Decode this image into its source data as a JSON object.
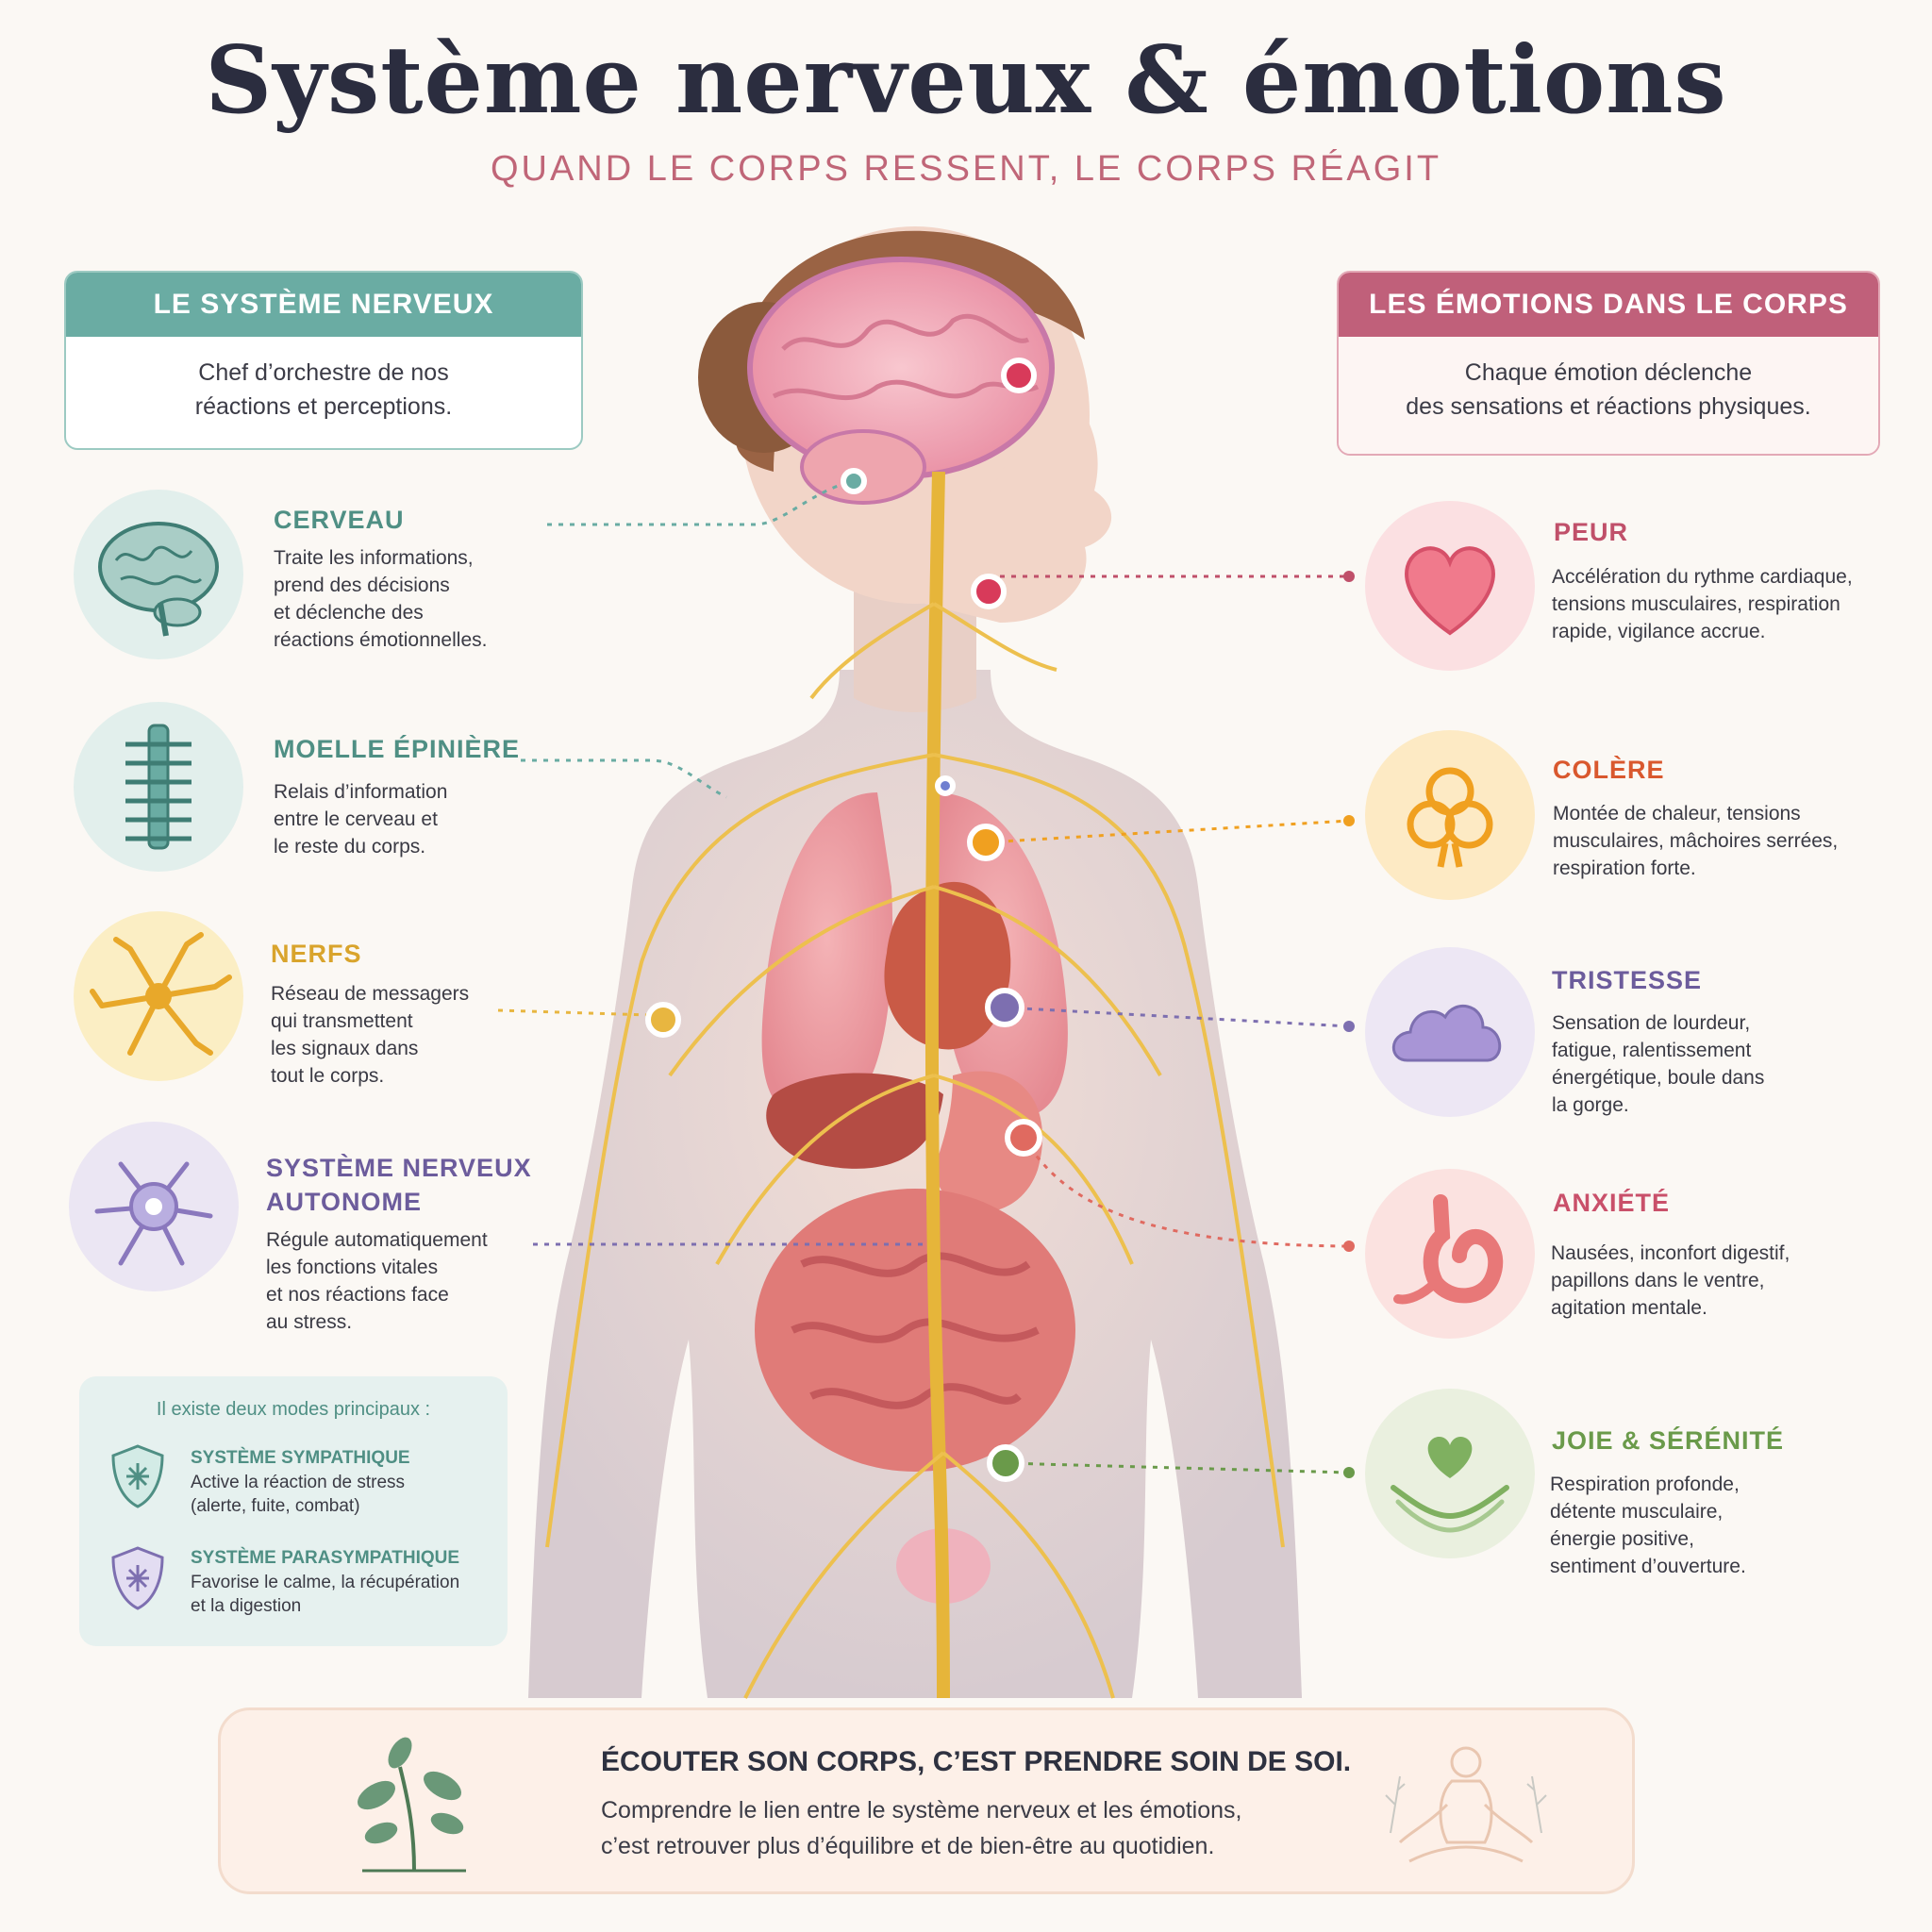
{
  "header": {
    "title": "Système nerveux & émotions",
    "subtitle": "QUAND LE CORPS RESSENT, LE CORPS RÉAGIT"
  },
  "left_panel": {
    "title": "LE SYSTÈME NERVEUX",
    "text_line1": "Chef d’orchestre de nos",
    "text_line2": "réactions et perceptions."
  },
  "right_panel": {
    "title": "LES ÉMOTIONS DANS LE CORPS",
    "text_line1": "Chaque émotion déclenche",
    "text_line2": "des sensations et réactions physiques."
  },
  "nervous_items": [
    {
      "title": "CERVEAU",
      "lines": [
        "Traite les informations,",
        "prend des décisions",
        "et déclenche des",
        "réactions émotionnelles."
      ],
      "icon": "brain-icon"
    },
    {
      "title": "MOELLE ÉPINIÈRE",
      "lines": [
        "Relais d’information",
        "entre le cerveau et",
        "le reste du corps."
      ],
      "icon": "spine-icon"
    },
    {
      "title": "NERFS",
      "lines": [
        "Réseau de messagers",
        "qui transmettent",
        "les signaux dans",
        "tout le corps."
      ],
      "icon": "nerve-cell-icon"
    },
    {
      "title_line1": "SYSTÈME NERVEUX",
      "title_line2": "AUTONOME",
      "lines": [
        "Régule automatiquement",
        "les fonctions vitales",
        "et nos réactions face",
        "au stress."
      ],
      "icon": "neuron-icon"
    }
  ],
  "modes": {
    "intro": "Il existe deux modes principaux :",
    "sympathetic": {
      "title": "SYSTÈME SYMPATHIQUE",
      "line1": "Active la réaction de stress",
      "line2": "(alerte, fuite, combat)"
    },
    "parasympathetic": {
      "title": "SYSTÈME PARASYMPATHIQUE",
      "line1": "Favorise le calme, la récupération",
      "line2": "et la digestion"
    }
  },
  "emotions": [
    {
      "title": "PEUR",
      "lines": [
        "Accélération du rythme cardiaque,",
        "tensions musculaires, respiration",
        "rapide, vigilance accrue."
      ],
      "icon": "heart-icon",
      "color": "#c0506a"
    },
    {
      "title": "COLÈRE",
      "lines": [
        "Montée de chaleur, tensions",
        "musculaires, mâchoires serrées,",
        "respiration forte."
      ],
      "icon": "knot-icon",
      "color": "#d9582e"
    },
    {
      "title": "TRISTESSE",
      "lines": [
        "Sensation de lourdeur,",
        "fatigue, ralentissement",
        "énergétique, boule dans",
        "la gorge."
      ],
      "icon": "cloud-icon",
      "color": "#6c5c9c"
    },
    {
      "title": "ANXIÉTÉ",
      "lines": [
        "Nausées, inconfort digestif,",
        "papillons dans le ventre,",
        "agitation mentale."
      ],
      "icon": "stomach-icon",
      "color": "#c9506a"
    },
    {
      "title": "JOIE & SÉRÉNITÉ",
      "lines": [
        "Respiration profonde,",
        "détente musculaire,",
        "énergie positive,",
        "sentiment d’ouverture."
      ],
      "icon": "hands-heart-icon",
      "color": "#6a9a4a"
    }
  ],
  "footer": {
    "title": "ÉCOUTER SON CORPS, C’EST PRENDRE SOIN DE SOI.",
    "line1": "Comprendre le lien entre le système nerveux et les émotions,",
    "line2": "c’est retrouver plus d’équilibre et de bien-être au quotidien."
  },
  "colors": {
    "teal": "#6aaca3",
    "rose": "#c0607a",
    "yellow": "#e8b640",
    "purple": "#7d6fb0",
    "green": "#6a9a4a",
    "orange": "#f0a020"
  }
}
